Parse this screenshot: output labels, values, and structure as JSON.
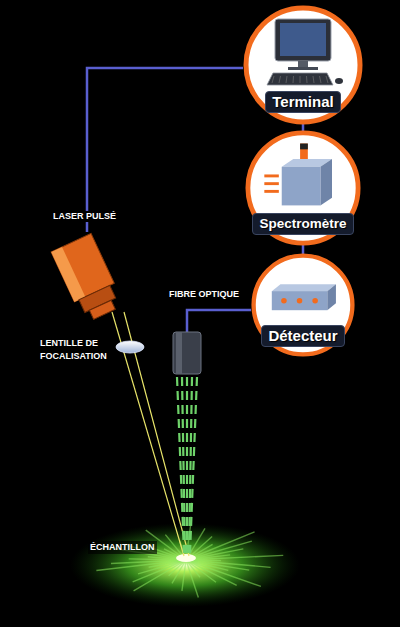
{
  "diagram": {
    "nodes": [
      {
        "text": [
          "Terminal"
        ]
      },
      {
        "text": [
          "Spectromètre"
        ]
      },
      {
        "text": [
          "LASER PULSÉ"
        ]
      },
      {
        "text": [
          "Détecteur"
        ]
      },
      {
        "text": [
          "FIBRE OPTIQUE"
        ]
      }
    ],
    "edges": [
      {
        "from": 0,
        "to": 2,
        "arrow": "none"
      },
      {
        "from": 0,
        "to": 1,
        "arrow": "none"
      },
      {
        "from": 1,
        "to": 3,
        "arrow": "none"
      },
      {
        "from": 3,
        "to": 4,
        "arrow": "none"
      }
    ],
    "labels": [
      "LENTILLE DE FOCALISATION",
      "ÉCHANTILLON"
    ]
  }
}
